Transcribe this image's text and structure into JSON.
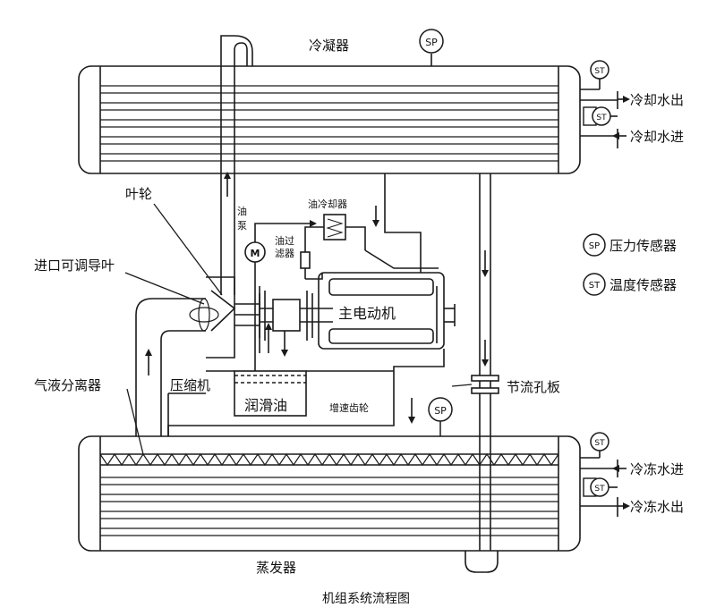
{
  "labels": {
    "condenser": "冷凝器",
    "evaporator": "蒸发器",
    "cooling_water_out": "冷却水出",
    "cooling_water_in": "冷却水进",
    "chilled_water_in": "冷冻水进",
    "chilled_water_out": "冷冻水出",
    "impeller": "叶轮",
    "inlet_guide_vane": "进口可调导叶",
    "gas_liquid_separator": "气液分离器",
    "compressor": "压缩机",
    "lubricating_oil": "润滑油",
    "speed_gear": "增速齿轮",
    "main_motor": "主电动机",
    "oil_cooler": "油冷却器",
    "oil_pump": "油泵",
    "oil_filter": "油过滤器",
    "throttle_orifice": "节流孔板",
    "pressure_sensor": "压力传感器",
    "temperature_sensor": "温度传感器",
    "caption": "机组系统流程图"
  },
  "symbols": {
    "sp": "SP",
    "st": "ST",
    "motor": "M"
  },
  "colors": {
    "line": "#1a1a1a",
    "background": "#ffffff"
  }
}
